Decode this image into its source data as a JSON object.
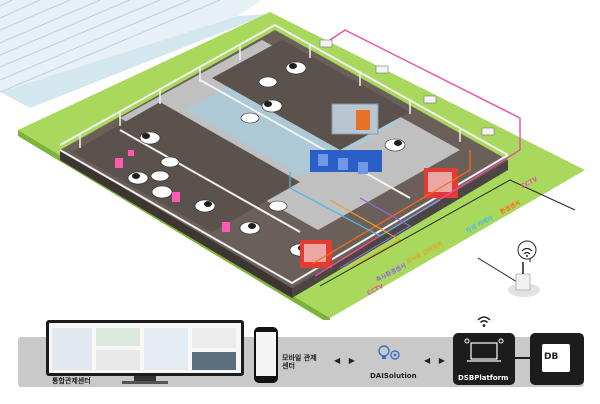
{
  "labels": {
    "cctv_upper": "CCTV",
    "env_sensor": "환경센서",
    "posture_cam": "자세 카메라",
    "feeding_device": "조사료 급여장치",
    "barn_env": "축사환경센서",
    "cctv_lower": "CCTV",
    "control_center": "통합관제센터",
    "mobile_control": "모바일 관제센터",
    "dai_solution": "DAISolution",
    "dsb_platform": "DSBPlatform",
    "db": "DB",
    "arrow_left": "◀ ▶",
    "arrow_right": "◀ ▶"
  },
  "colors": {
    "grass": "#a8d85c",
    "barn_floor": "#6a5f59",
    "roof": "#cfe4ee",
    "cctv": "#e94da0",
    "sensor": "#ff6a1a",
    "camera": "#49b8e8",
    "feeder": "#e7a52a",
    "barn_env_sensor": "#8e6ad8",
    "dark_box": "#1c1c1c"
  }
}
